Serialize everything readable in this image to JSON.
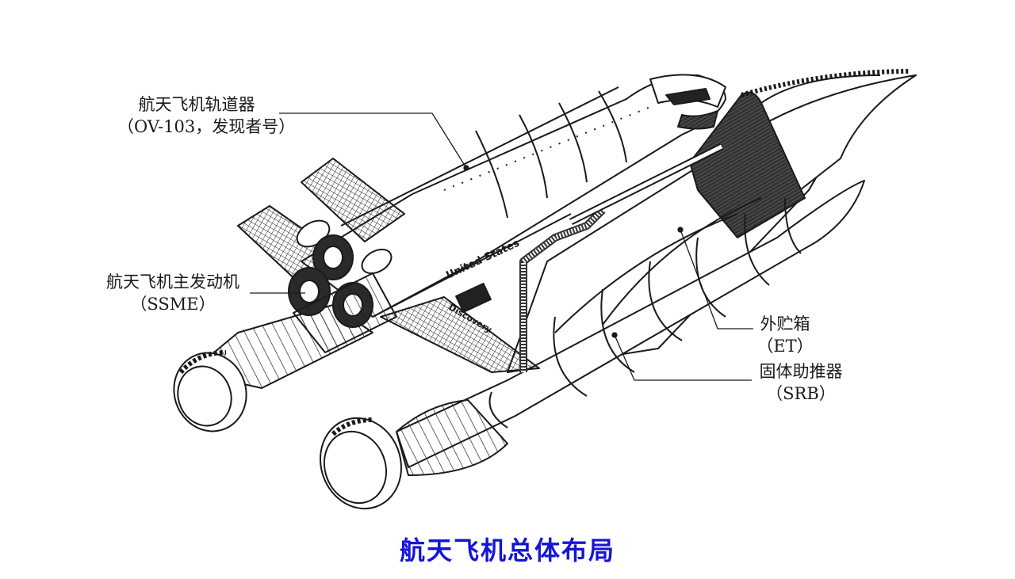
{
  "labels": {
    "orbiter_name": "航天飞机轨道器",
    "orbiter_sub": "（OV-103，发现者号）",
    "ssme_name": "航天飞机主发动机",
    "ssme_sub": "（SSME）",
    "et_name": "外贮箱",
    "et_sub": "（ET）",
    "srb_name": "固体助推器",
    "srb_sub": "（SRB）"
  },
  "hull_text": {
    "side": "United States",
    "wing": "Discovery"
  },
  "caption": "航天飞机总体布局",
  "colors": {
    "caption": "#1515d6",
    "ink": "#1a1a1a"
  }
}
